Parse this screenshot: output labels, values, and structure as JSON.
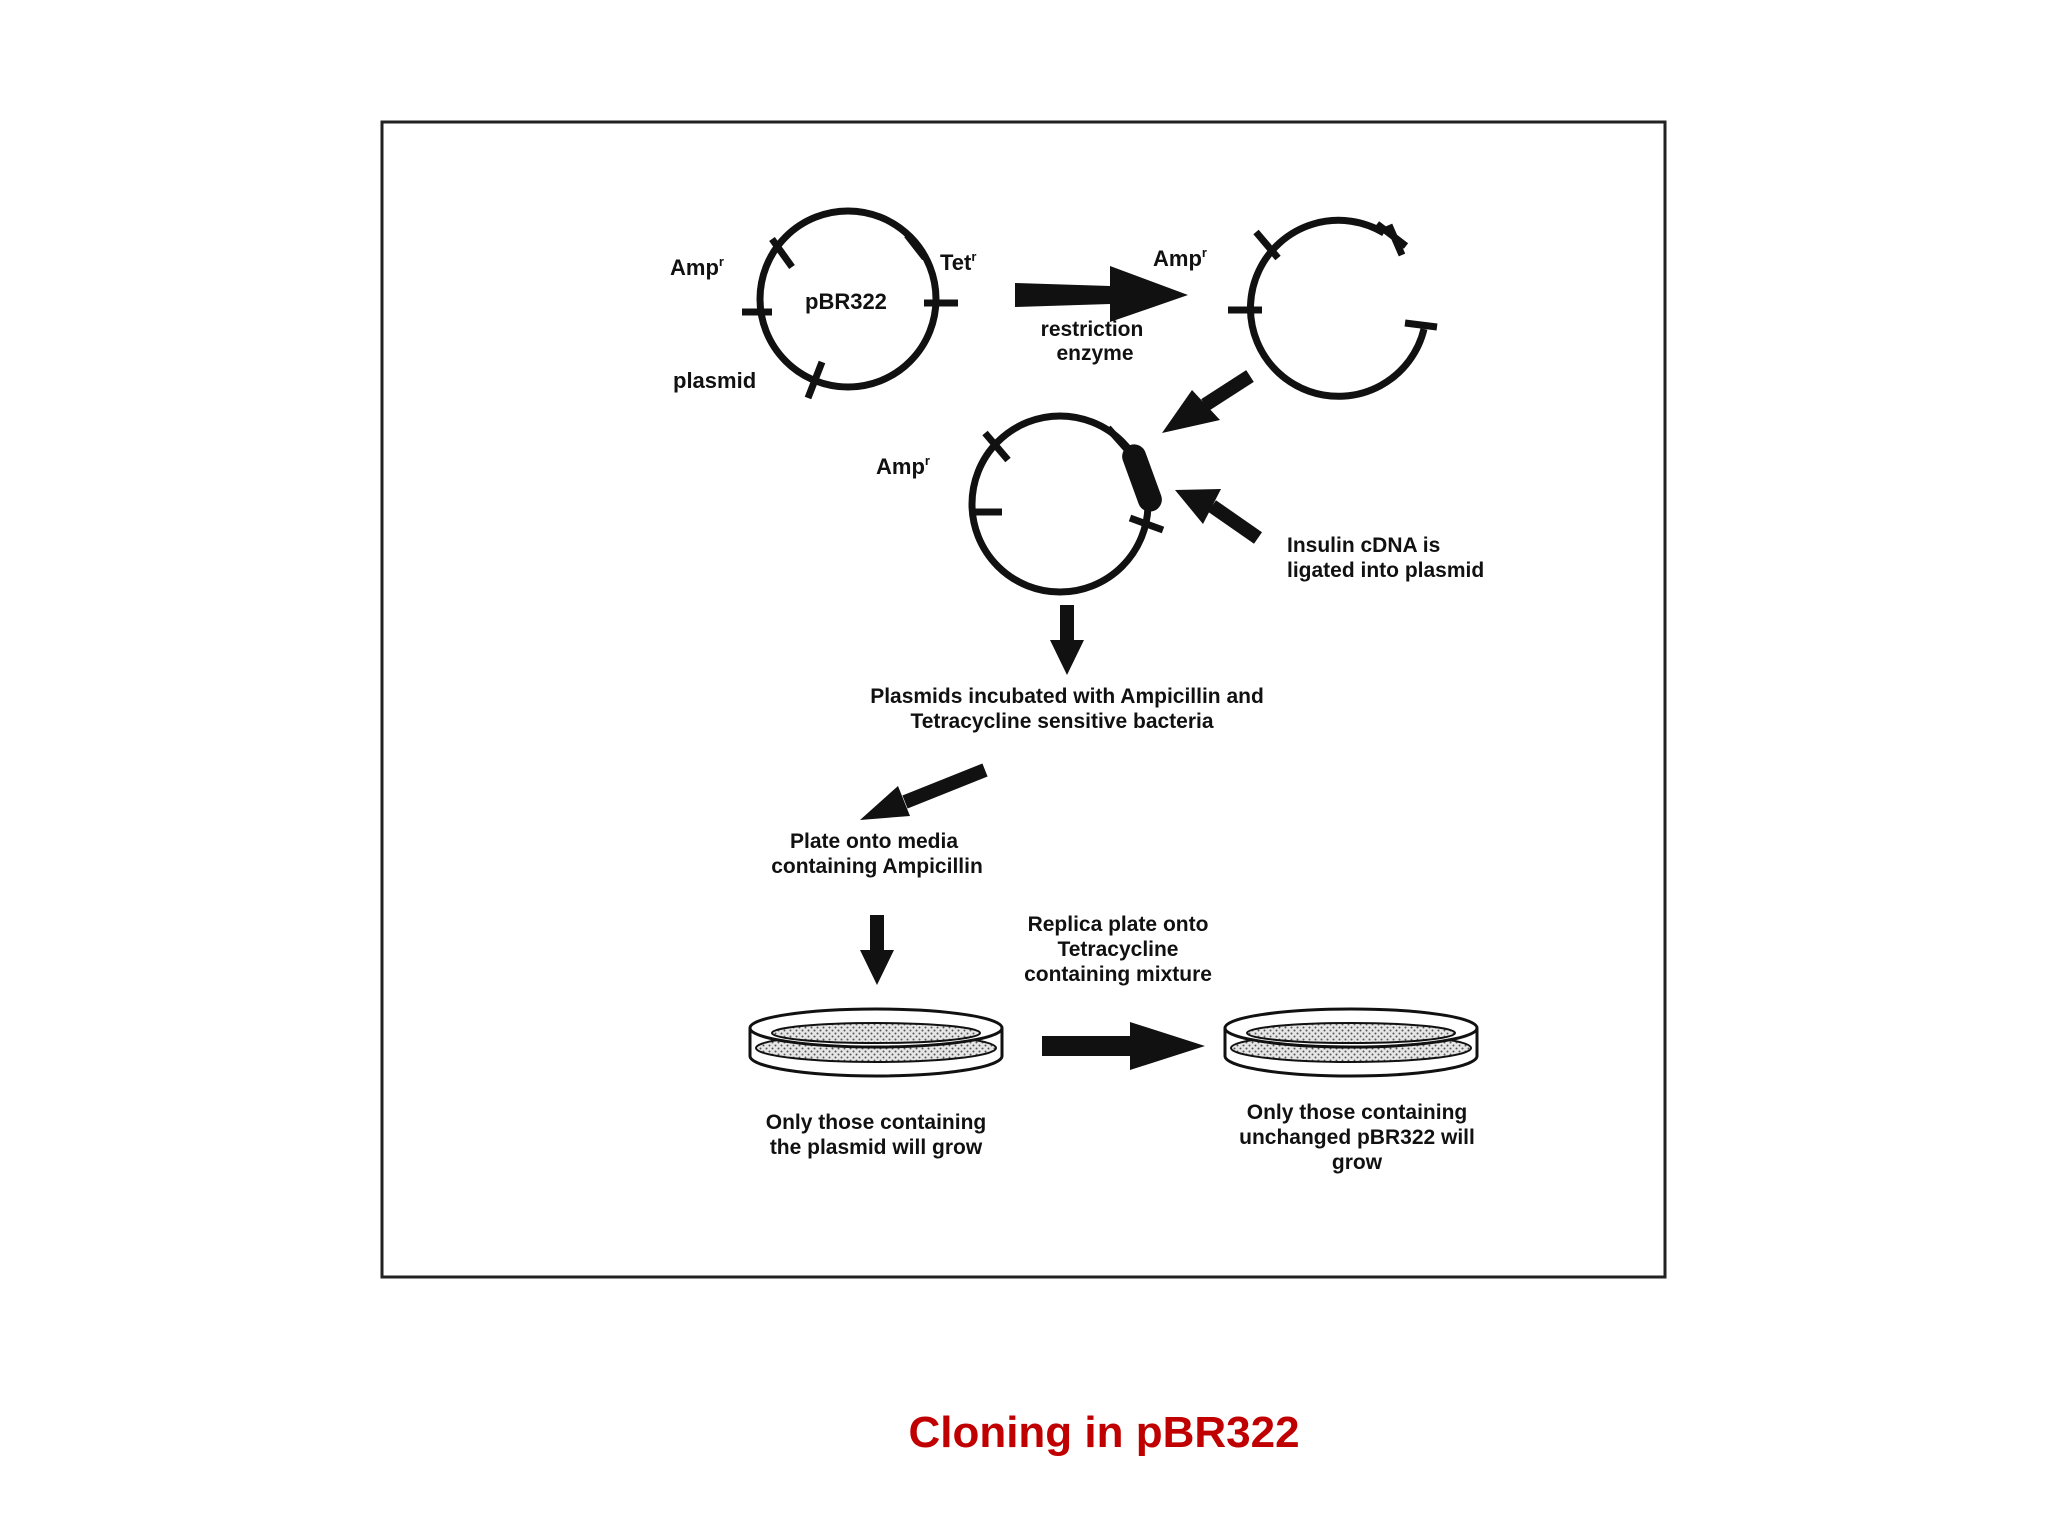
{
  "diagram": {
    "plasmid_name": "pBR322",
    "plasmid_label": "plasmid",
    "amp_marker": "Amp",
    "amp_superscript": "r",
    "tet_marker": "Tet",
    "tet_superscript": "r",
    "restriction_line1": "restriction",
    "restriction_line2": "enzyme",
    "insulin_line1": "Insulin  cDNA  is",
    "insulin_line2": "ligated  into plasmid",
    "incubate_line1": "Plasmids  incubated  with  Ampicillin  and",
    "incubate_line2": "Tetracycline  sensitive  bacteria",
    "plate_line1": "Plate  onto  media",
    "plate_line2": "containing  Ampicillin",
    "replica_line1": "Replica  plate  onto",
    "replica_line2": "Tetracycline",
    "replica_line3": "containing  mixture",
    "left_dish_line1": "Only  those  containing",
    "left_dish_line2": "the  plasmid  will  grow",
    "right_dish_line1": "Only  those  containing",
    "right_dish_line2": "unchanged  pBR322  will",
    "right_dish_line3": "grow"
  },
  "caption": "Cloning in pBR322",
  "colors": {
    "caption": "#c00000",
    "ink": "#111111"
  }
}
